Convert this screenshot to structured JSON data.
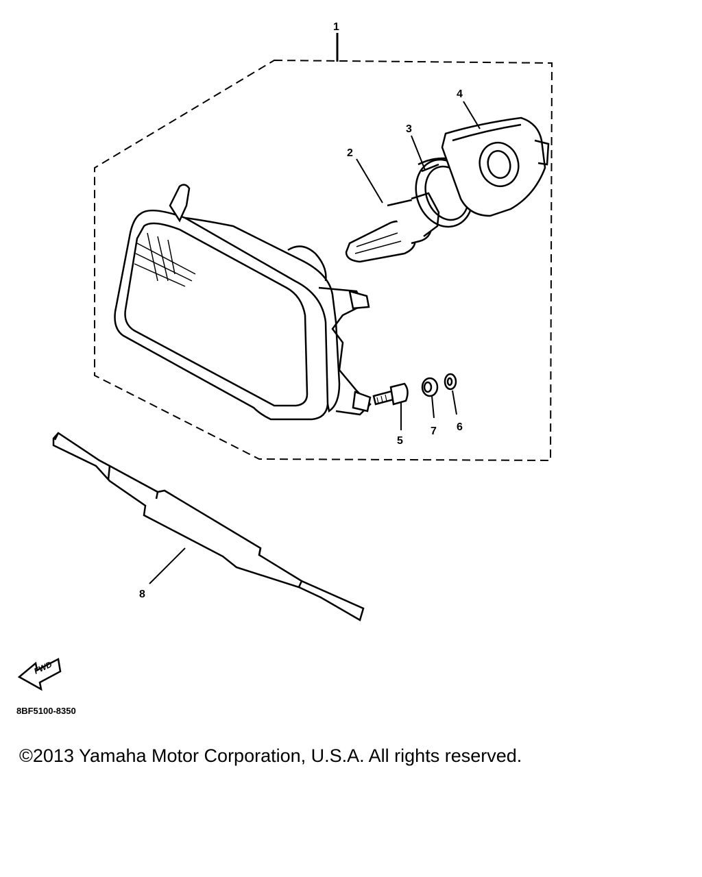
{
  "callouts": [
    {
      "id": "1",
      "label": "1"
    },
    {
      "id": "2",
      "label": "2"
    },
    {
      "id": "3",
      "label": "3"
    },
    {
      "id": "4",
      "label": "4"
    },
    {
      "id": "5",
      "label": "5"
    },
    {
      "id": "6",
      "label": "6"
    },
    {
      "id": "7",
      "label": "7"
    },
    {
      "id": "8",
      "label": "8"
    }
  ],
  "fwd_label": "FWD",
  "part_code": "8BF5100-8350",
  "copyright": "©2013 Yamaha Motor Corporation, U.S.A. All rights reserved."
}
